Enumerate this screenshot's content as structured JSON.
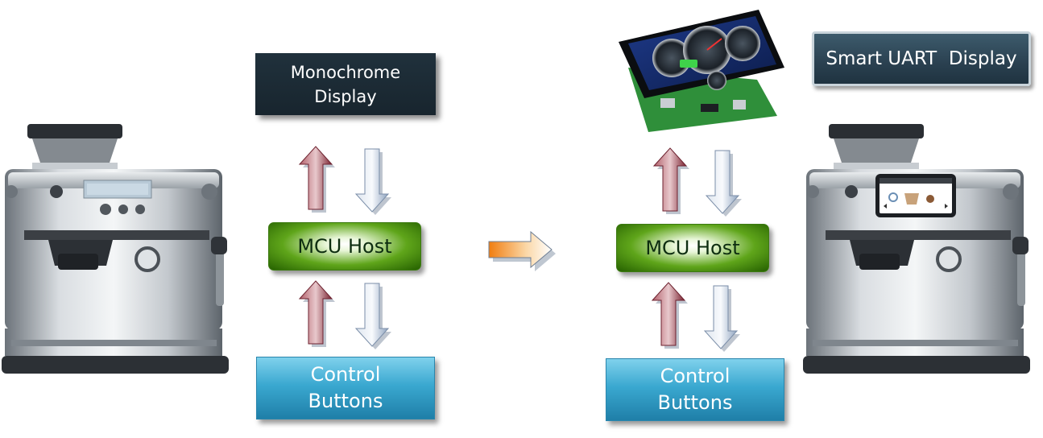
{
  "left_panel": {
    "display_label": "Monochrome\nDisplay",
    "mcu_label": "MCU Host",
    "buttons_label": "Control\nButtons"
  },
  "right_panel": {
    "display_label": "Smart UART  Display",
    "mcu_label": "MCU Host",
    "buttons_label": "Control\nButtons"
  },
  "colors": {
    "up_arrow": "#8e3a45",
    "down_arrow": "#b8c6d9",
    "transition_arrow": "#f39a2c",
    "mcu_green": "#4f9a13",
    "buttons_blue": "#3aa8d0",
    "mono_display_bg": "#1c2a33"
  },
  "icons": {
    "left_machine": "espresso-machine-monochrome-icon",
    "right_machine": "espresso-machine-touchscreen-icon",
    "lcd_module": "lcd-display-module-icon",
    "transition": "right-arrow-icon"
  }
}
